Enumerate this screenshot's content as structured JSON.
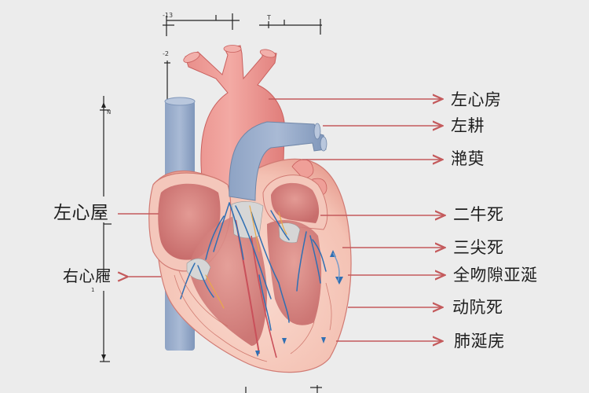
{
  "diagram": {
    "subject": "heart-anatomy-cross-section",
    "background_color": "#ececec",
    "colors": {
      "artery_red": "#e58a86",
      "artery_red_dark": "#c9605e",
      "vein_blue": "#93a9c9",
      "vein_blue_dark": "#6f86a8",
      "muscle_pink": "#f3c1b3",
      "chamber_inner": "#d97a7a",
      "pointer_line": "#c45a5c",
      "vessel_blue": "#2f6fb3",
      "nerve_orange": "#e8a94a",
      "label_text": "#1e1e1e"
    },
    "right_labels": [
      {
        "text": "左心房",
        "target": "aorta-arch"
      },
      {
        "text": "左耕",
        "target": "pulmonary-artery"
      },
      {
        "text": "滟萸",
        "target": "left-atrium-appendage"
      },
      {
        "text": "二牛死",
        "target": "mitral-valve"
      },
      {
        "text": "三尖死",
        "target": "left-ventricle-wall"
      },
      {
        "text": "全吻隙亚涎",
        "target": "ventricle-wall-mid"
      },
      {
        "text": "动阬死",
        "target": "ventricle-wall-lower"
      },
      {
        "text": "肺涎庑",
        "target": "apex"
      }
    ],
    "left_labels": [
      {
        "text": "左心屋",
        "target": "right-atrium"
      },
      {
        "text": "右心屜",
        "target": "superior-vena-cava-lower"
      }
    ],
    "dimension_marks": {
      "top_left": "-13",
      "top_right": "T",
      "vertical_top": "-2",
      "left_upper": "N",
      "left_mid": "1"
    }
  }
}
